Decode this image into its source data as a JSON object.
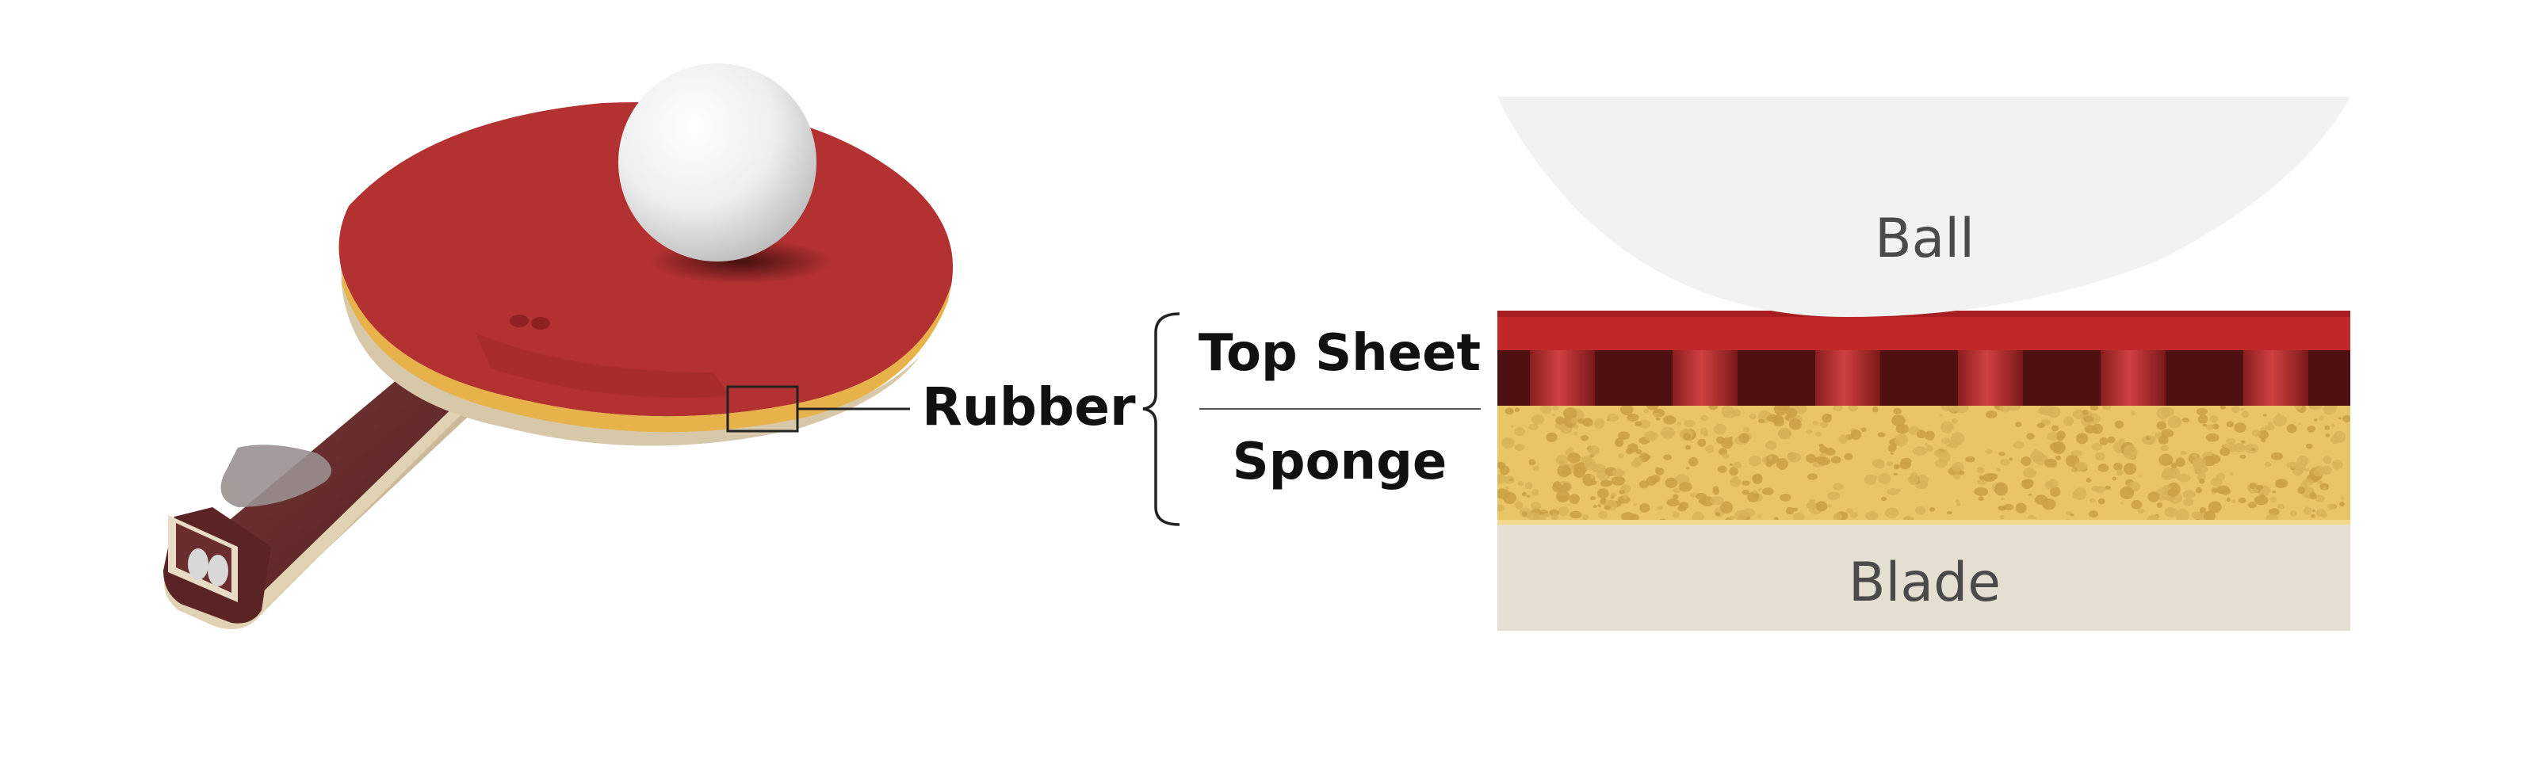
{
  "labels": {
    "rubber": "Rubber",
    "top_sheet": "Top Sheet",
    "sponge": "Sponge",
    "ball": "Ball",
    "blade": "Blade"
  },
  "colors": {
    "rubber_red": "#b83232",
    "top_sheet_red": "#c0282a",
    "pimple_dark": "#5a1414",
    "sponge_yellow": "#eac566",
    "blade_beige": "#e5dfd2",
    "ball_white": "#f2f2f2",
    "handle_brown": "#6e3030",
    "label_dark": "#111111",
    "layer_label": "#4a4a4a"
  },
  "icons": [
    "paddle-illustration",
    "ball-illustration",
    "brand-logo-icon"
  ]
}
